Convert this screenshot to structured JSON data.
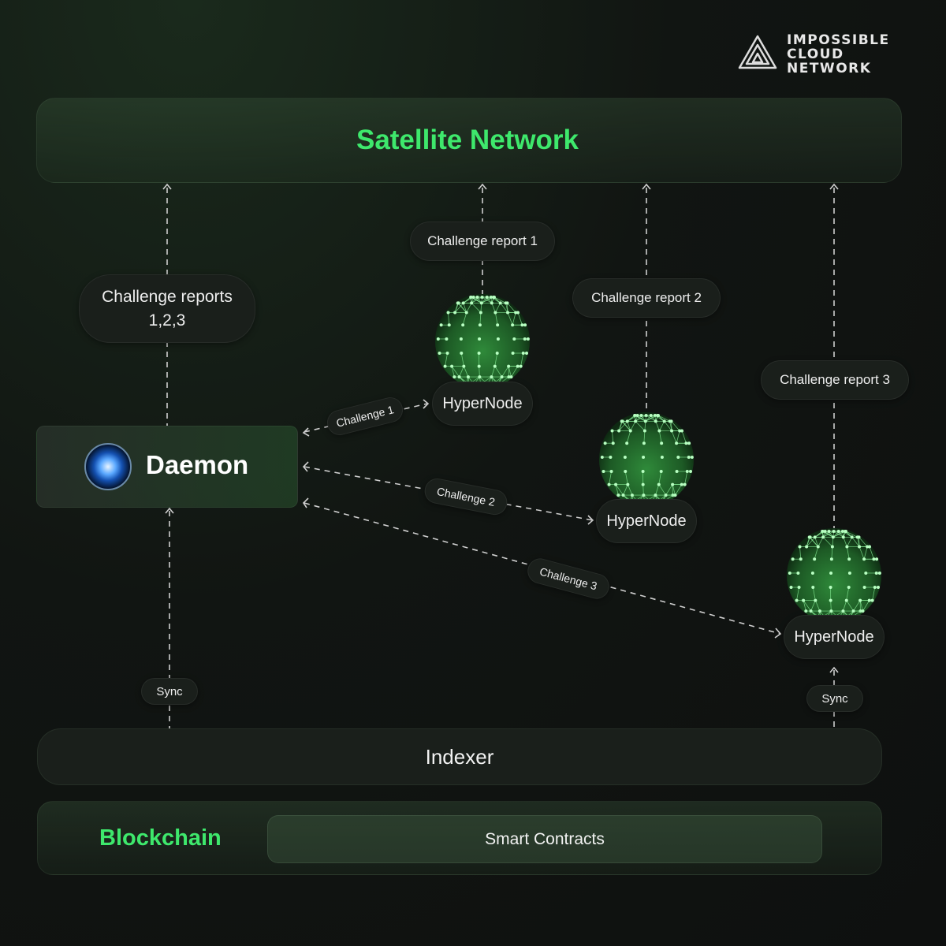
{
  "brand": {
    "line1": "IMPOSSIBLE",
    "line2": "CLOUD",
    "line3": "NETWORK"
  },
  "satellite": {
    "title": "Satellite Network"
  },
  "reports": {
    "all_line1": "Challenge reports",
    "all_line2": "1,2,3",
    "r1": "Challenge report 1",
    "r2": "Challenge report 2",
    "r3": "Challenge report 3"
  },
  "daemon": {
    "label": "Daemon"
  },
  "hypernodes": [
    "HyperNode",
    "HyperNode",
    "HyperNode"
  ],
  "challenges": [
    "Challenge 1",
    "Challenge 2",
    "Challenge 3"
  ],
  "sync": [
    "Sync",
    "Sync"
  ],
  "indexer": {
    "label": "Indexer"
  },
  "blockchain": {
    "label": "Blockchain",
    "contracts": "Smart Contracts"
  },
  "colors": {
    "accent": "#3ee86c",
    "background": "#111512"
  }
}
